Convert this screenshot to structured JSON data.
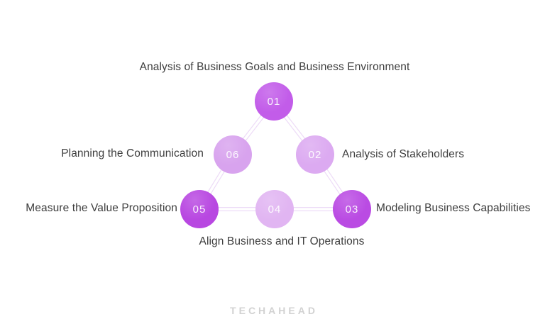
{
  "page": {
    "background_color": "#ffffff"
  },
  "diagram": {
    "type": "cycle-triangle-process",
    "connector_color": "#eddbf7",
    "label_color": "#3d3d3d",
    "steps": [
      {
        "number": "01",
        "label": "Analysis of Business Goals and Business Environment",
        "color": "#c25ce9",
        "label_position": "top"
      },
      {
        "number": "02",
        "label": "Analysis of Stakeholders",
        "color": "#dcaaf1",
        "label_position": "right"
      },
      {
        "number": "03",
        "label": "Modeling Business Capabilities",
        "color": "#ba4be3",
        "label_position": "right"
      },
      {
        "number": "04",
        "label": "Align Business and IT Operations",
        "color": "#e1b5f2",
        "label_position": "bottom"
      },
      {
        "number": "05",
        "label": "Measure the Value Proposition",
        "color": "#b847e1",
        "label_position": "left"
      },
      {
        "number": "06",
        "label": "Planning the Communication",
        "color": "#d8a3ee",
        "label_position": "left"
      }
    ]
  },
  "footer": {
    "logo_text": "TECHAHEAD",
    "logo_color": "#d2d2d2"
  }
}
